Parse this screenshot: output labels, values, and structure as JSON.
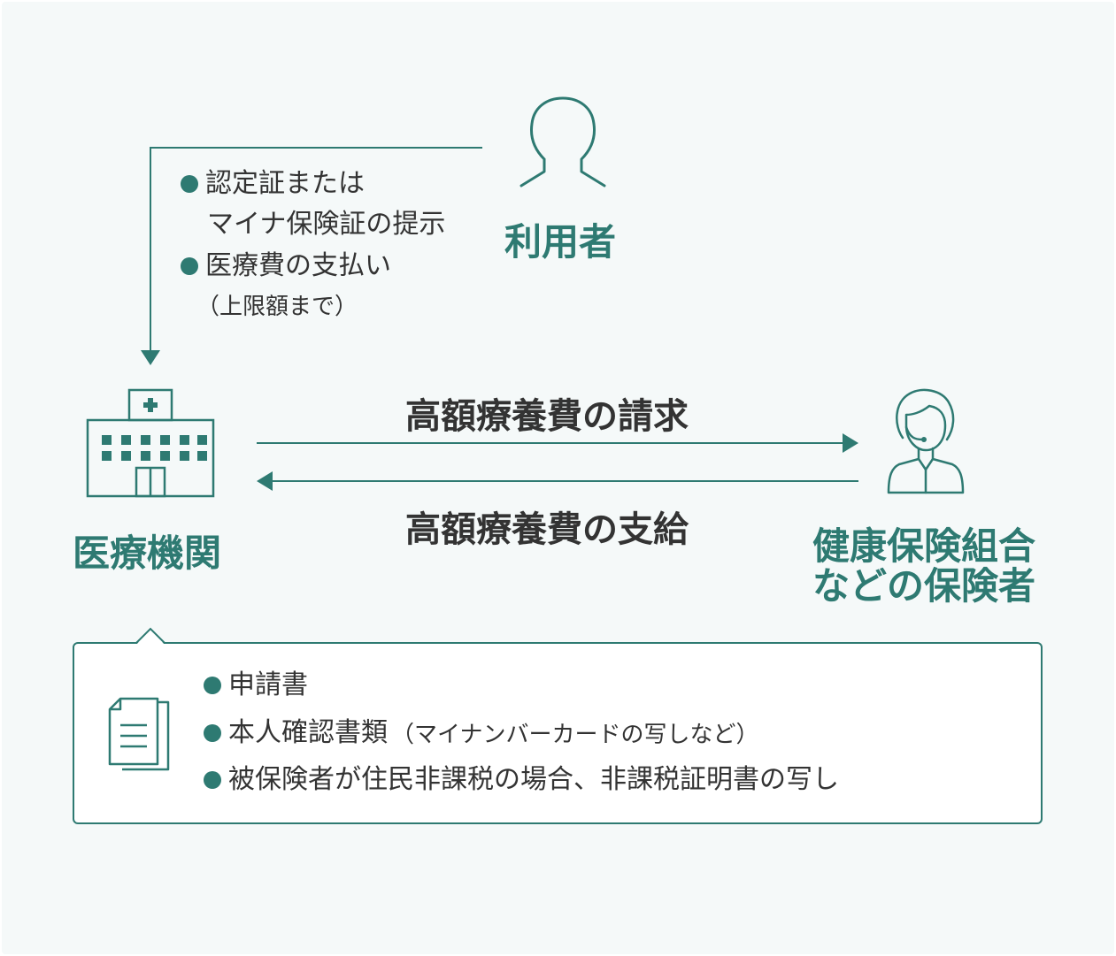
{
  "user": {
    "label": "利用者",
    "bullets": [
      "認定証または",
      "マイナ保険証の提示",
      "医療費の支払い"
    ],
    "note": "（上限額まで）"
  },
  "hospital": {
    "label": "医療機関"
  },
  "insurer": {
    "line1": "健康保険組合",
    "line2": "などの保険者"
  },
  "flows": {
    "request": "高額療養費の請求",
    "payment": "高額療養費の支給"
  },
  "documents": {
    "items": [
      {
        "main": "申請書",
        "note": ""
      },
      {
        "main": "本人確認書類",
        "note": "（マイナンバーカードの写しなど）"
      },
      {
        "main": "被保険者が住民非課税の場合、非課税証明書の写し",
        "note": ""
      }
    ]
  },
  "colors": {
    "accent": "#2e7a72",
    "background": "#f5f9f9",
    "text": "#333333"
  },
  "icons": [
    "person-icon",
    "hospital-icon",
    "operator-icon",
    "document-icon"
  ]
}
